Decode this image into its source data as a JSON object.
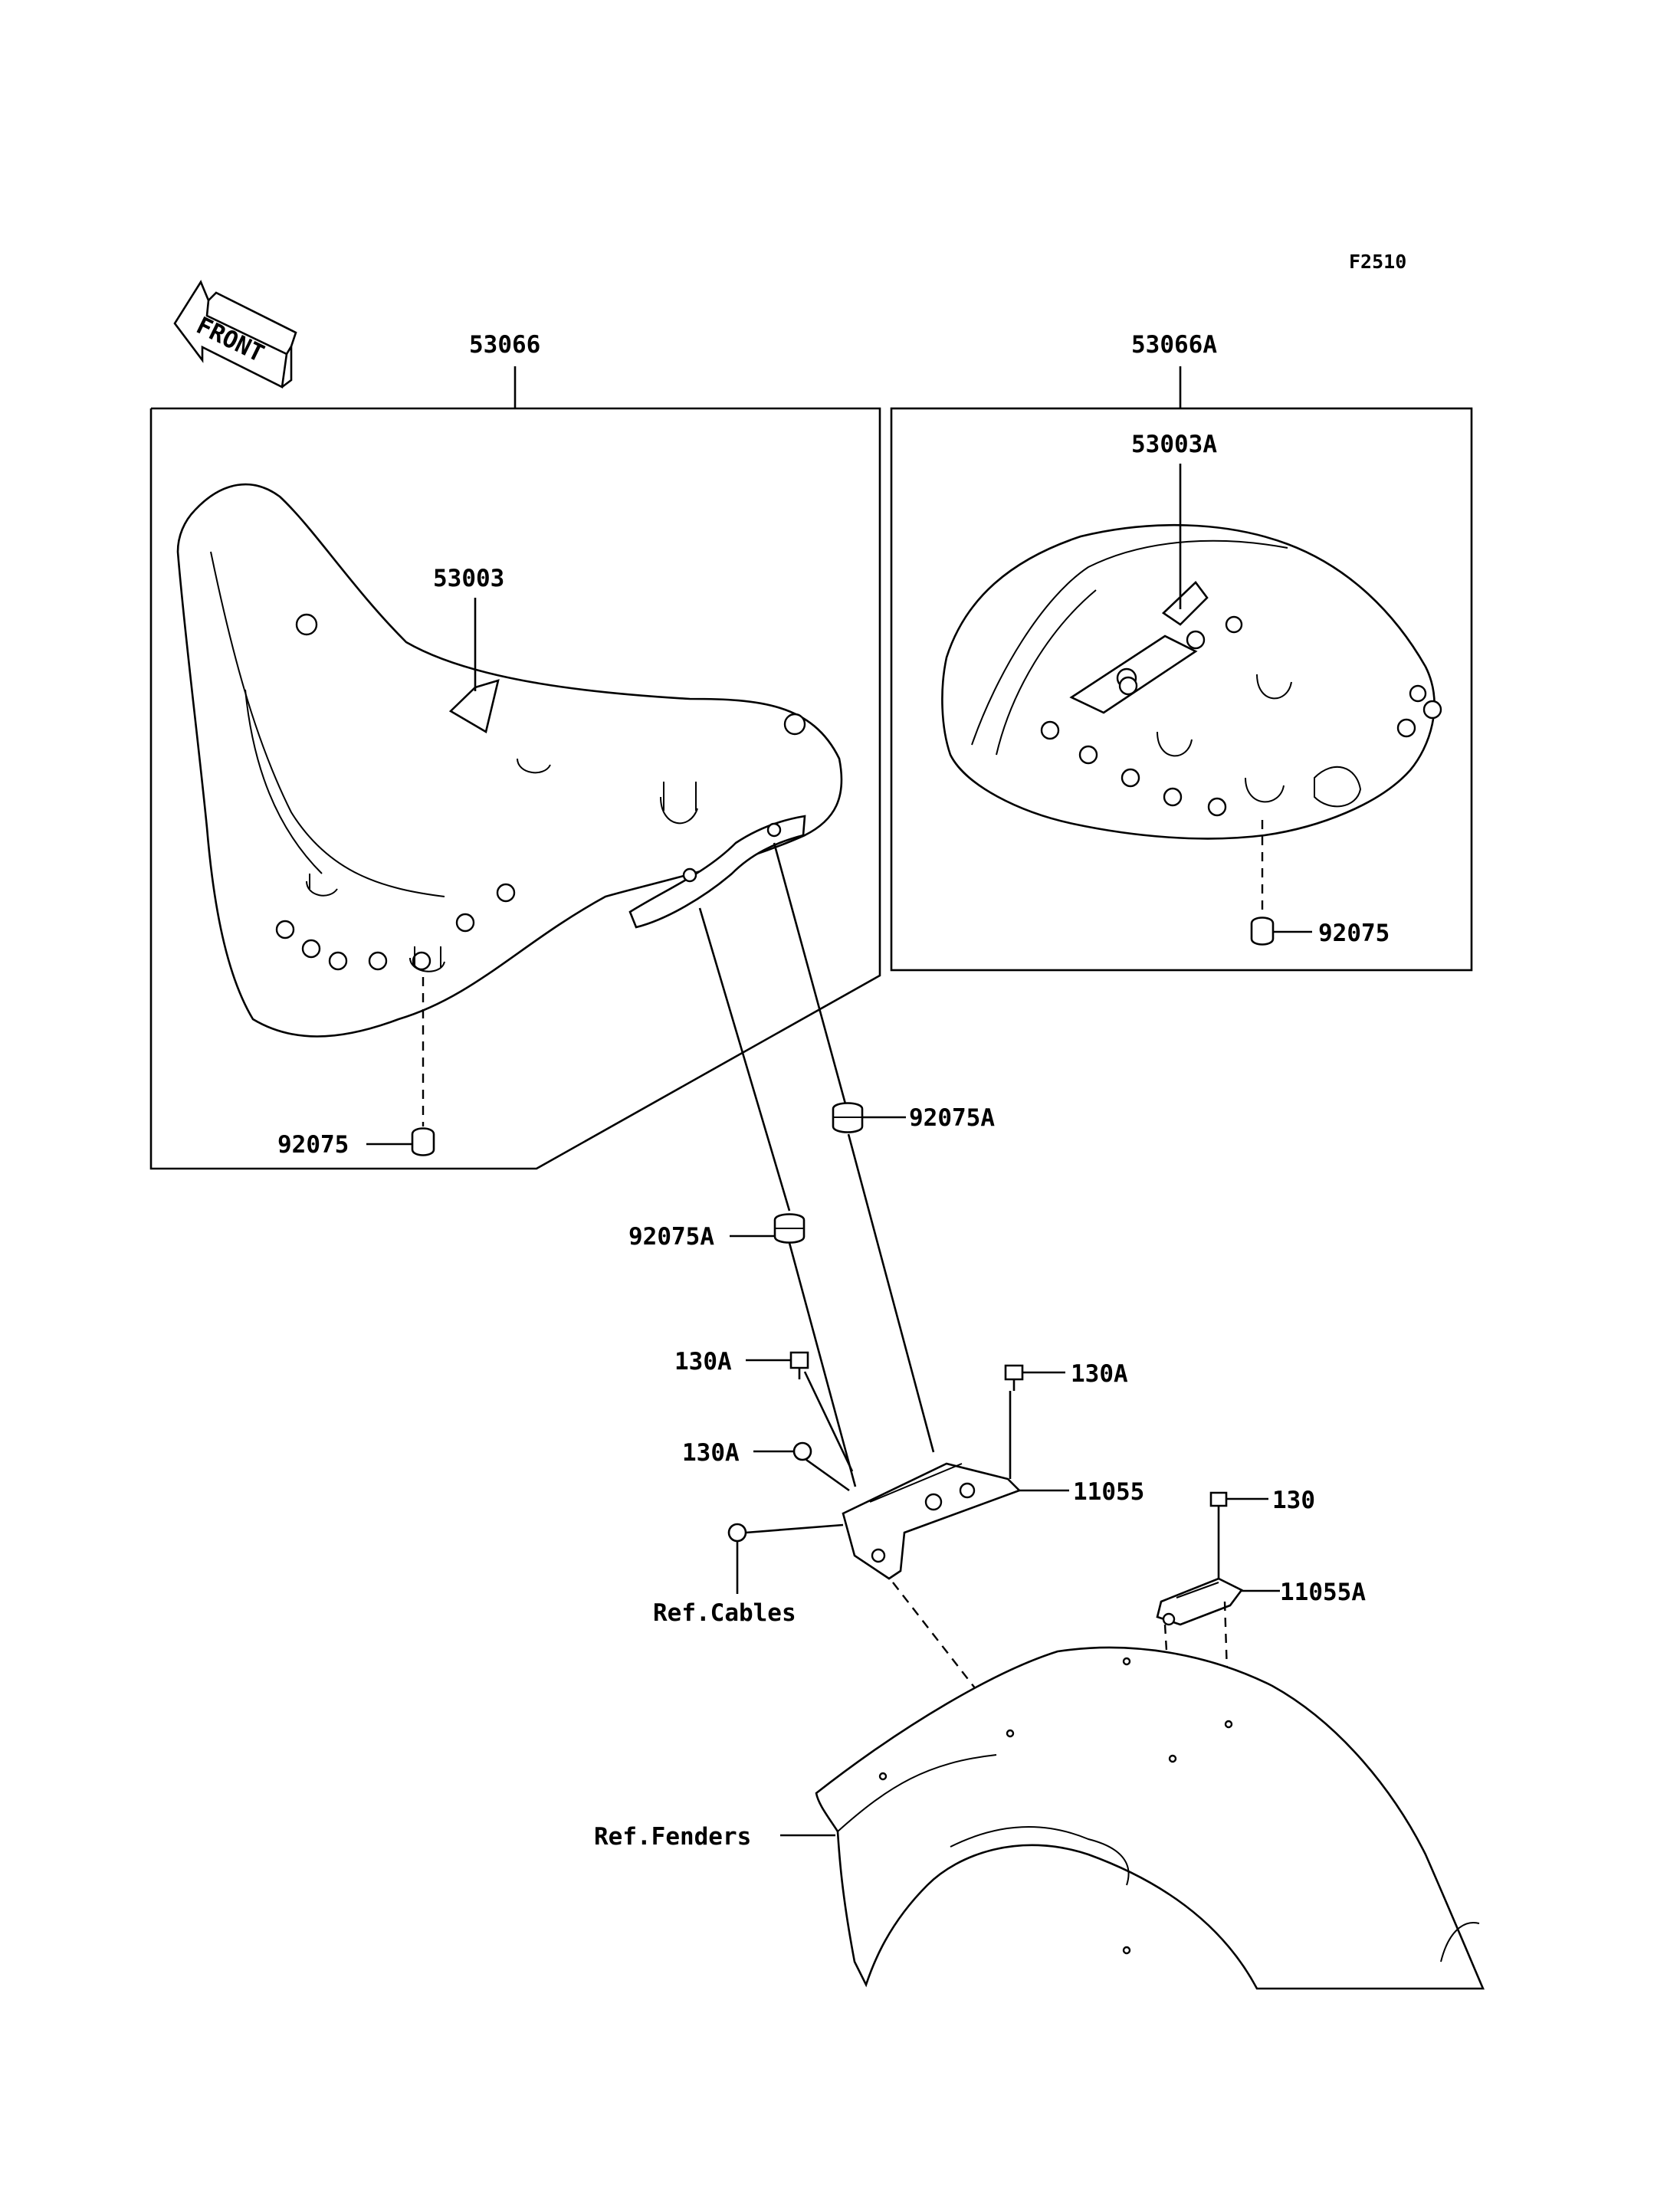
{
  "diagram": {
    "code": "F2510",
    "front_marker": "FRONT",
    "callouts": {
      "seat_assy": "53066",
      "seat_assy_rear": "53066A",
      "label_front": "53003",
      "label_rear": "53003A",
      "damper_front": "92075",
      "damper_rear": "92075",
      "grommet_upper": "92075A",
      "grommet_lower": "92075A",
      "bolt_upper_left": "130A",
      "bolt_right": "130A",
      "bolt_lower_left": "130A",
      "bracket": "11055",
      "bolt_rear": "130",
      "bracket_rear": "11055A",
      "ref_cables": "Ref.Cables",
      "ref_fenders": "Ref.Fenders"
    }
  }
}
